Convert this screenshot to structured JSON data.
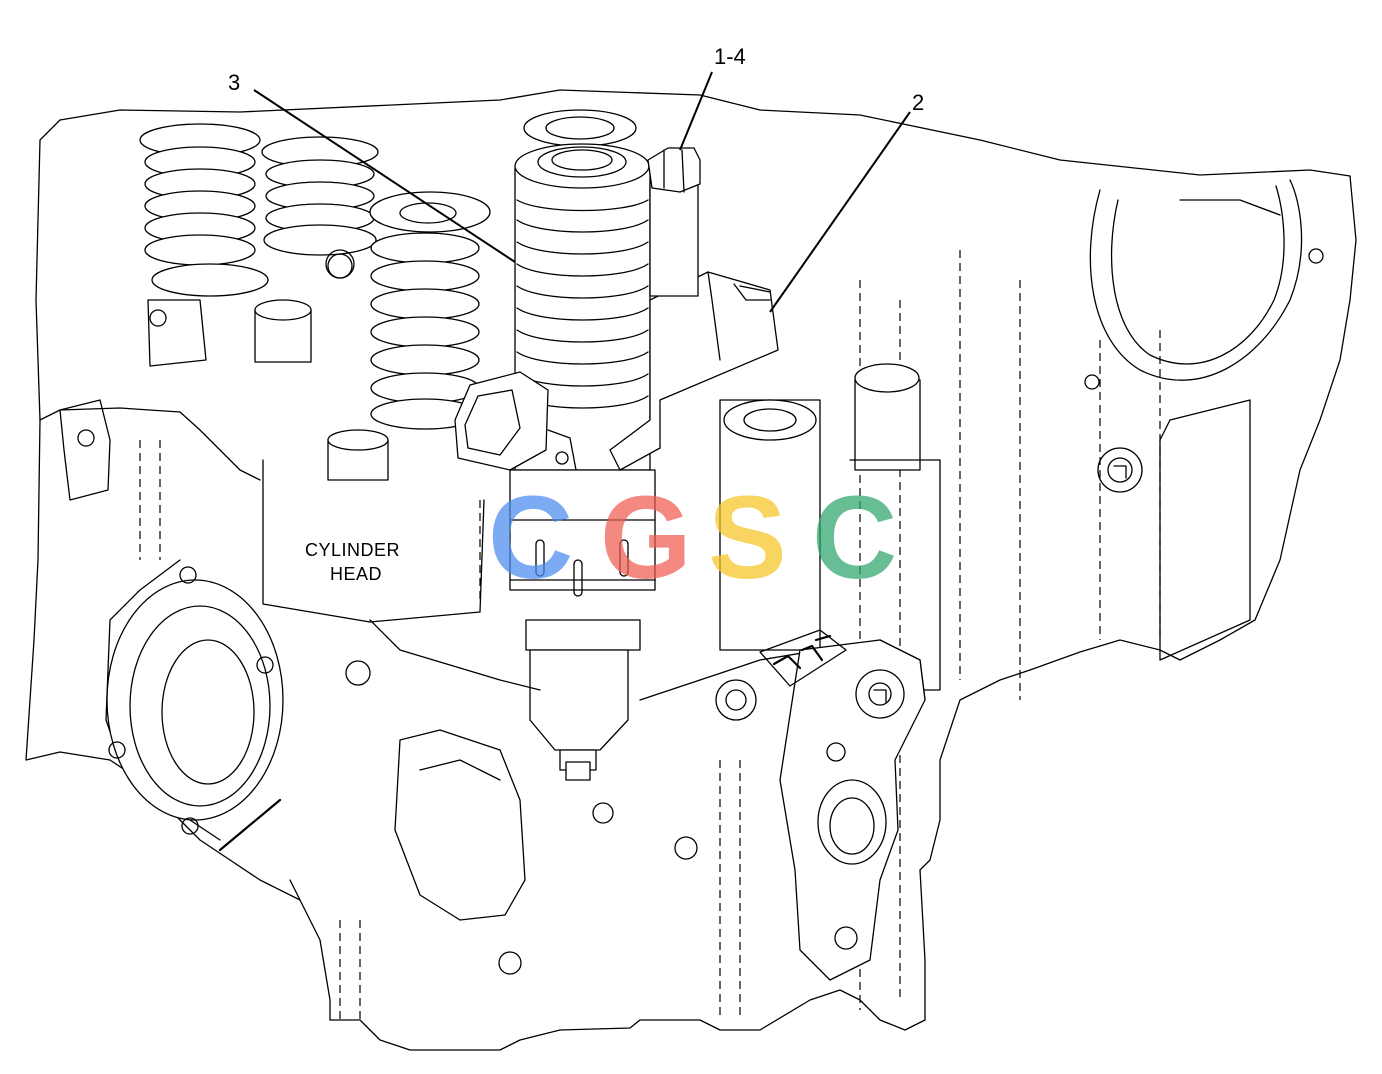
{
  "callouts": {
    "c1": "1-4",
    "c2": "2",
    "c3": "3"
  },
  "part_label": {
    "line1": "CYLINDER",
    "line2": "HEAD"
  },
  "watermark": {
    "letters": [
      "C",
      "G",
      "S",
      "C"
    ],
    "colors": [
      "#4a8cf0",
      "#ef5d52",
      "#f6c623",
      "#2ea56c"
    ]
  }
}
